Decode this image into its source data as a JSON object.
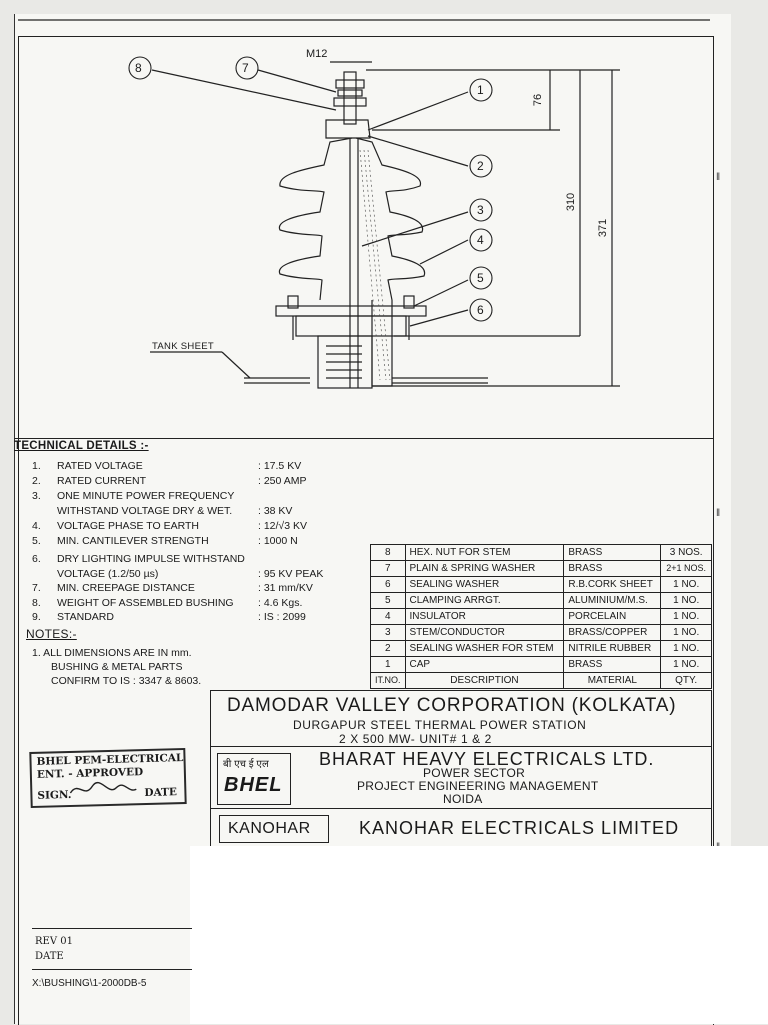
{
  "drawing": {
    "thread_label": "M12",
    "dim_76": "76",
    "dim_310": "310",
    "dim_371": "371",
    "tank_sheet_label": "TANK SHEET",
    "balloons": [
      "1",
      "2",
      "3",
      "4",
      "5",
      "6",
      "7",
      "8"
    ]
  },
  "technical": {
    "heading": "TECHNICAL DETAILS :-",
    "items": [
      {
        "no": "1.",
        "label": "RATED VOLTAGE",
        "value": ": 17.5 KV"
      },
      {
        "no": "2.",
        "label": "RATED CURRENT",
        "value": ": 250 AMP"
      },
      {
        "no": "3.",
        "label": "ONE MINUTE POWER FREQUENCY",
        "value": ""
      },
      {
        "no": "",
        "label": "WITHSTAND VOLTAGE DRY & WET.",
        "value": ": 38 KV"
      },
      {
        "no": "4.",
        "label": "VOLTAGE PHASE TO EARTH",
        "value": ": 12/√3 KV"
      },
      {
        "no": "5.",
        "label": "MIN. CANTILEVER STRENGTH",
        "value": ": 1000 N"
      },
      {
        "no": "6.",
        "label": "DRY LIGHTING IMPULSE WITHSTAND",
        "value": ""
      },
      {
        "no": "",
        "label": "VOLTAGE (1.2/50 µs)",
        "value": ": 95 KV PEAK"
      },
      {
        "no": "7.",
        "label": "MIN. CREEPAGE DISTANCE",
        "value": ": 31 mm/KV"
      },
      {
        "no": "8.",
        "label": "WEIGHT OF ASSEMBLED BUSHING",
        "value": ": 4.6 Kgs."
      },
      {
        "no": "9.",
        "label": "STANDARD",
        "value": ": IS : 2099"
      }
    ]
  },
  "notes": {
    "heading": "NOTES:-",
    "lines": [
      "1.   ALL DIMENSIONS ARE IN mm.",
      "BUSHING & METAL PARTS",
      "CONFIRM TO IS : 3347 & 8603."
    ]
  },
  "bom": {
    "rows": [
      [
        "8",
        "HEX. NUT FOR STEM",
        "BRASS",
        "3 NOS."
      ],
      [
        "7",
        "PLAIN & SPRING WASHER",
        "BRASS",
        "2+1 NOS."
      ],
      [
        "6",
        "SEALING WASHER",
        "R.B.CORK SHEET",
        "1 NO."
      ],
      [
        "5",
        "CLAMPING ARRGT.",
        "ALUMINIUM/M.S.",
        "1 NO."
      ],
      [
        "4",
        "INSULATOR",
        "PORCELAIN",
        "1 NO."
      ],
      [
        "3",
        "STEM/CONDUCTOR",
        "BRASS/COPPER",
        "1 NO."
      ],
      [
        "2",
        "SEALING WASHER FOR STEM",
        "NITRILE RUBBER",
        "1 NO."
      ],
      [
        "1",
        "CAP",
        "BRASS",
        "1 NO."
      ]
    ],
    "header": [
      "IT.NO.",
      "DESCRIPTION",
      "MATERIAL",
      "QTY."
    ]
  },
  "title_block": {
    "client": "DAMODAR VALLEY CORPORATION (KOLKATA)",
    "station": "DURGAPUR STEEL THERMAL POWER STATION",
    "units": "2 X 500 MW- UNIT# 1 & 2",
    "bhel_hindi": "बी एच ई एल",
    "bhel_logo": "BHEL",
    "bhel_name": "BHARAT HEAVY ELECTRICALS LTD.",
    "bhel_sector": "POWER SECTOR",
    "bhel_dept": "PROJECT ENGINEERING MANAGEMENT",
    "bhel_city": "NOIDA",
    "vendor_logo": "KANOHAR",
    "vendor_name": "KANOHAR ELECTRICALS LIMITED"
  },
  "stamp": {
    "line1": "BHEL PEM-ELECTRICAL",
    "line2": "ENT. - APPROVED",
    "line3": "SIGN.",
    "line4": "DATE"
  },
  "revision": {
    "rev": "REV 01",
    "date": "DATE",
    "file": "X:\\BUSHING\\1-2000DB-5"
  }
}
